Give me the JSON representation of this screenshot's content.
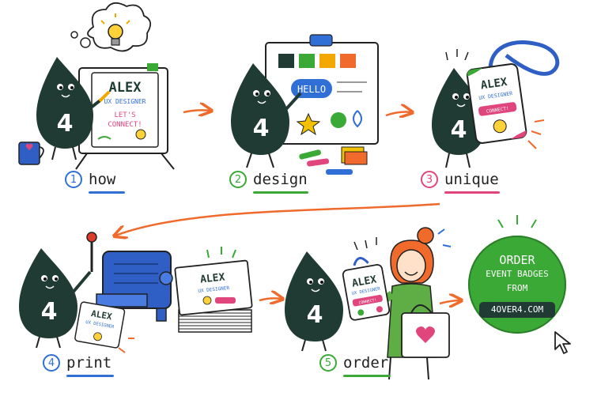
{
  "steps": [
    {
      "number": "1",
      "word": "how",
      "color": "#2f6fd6"
    },
    {
      "number": "2",
      "word": "design",
      "color": "#3aa935"
    },
    {
      "number": "3",
      "word": "unique",
      "color": "#e0457b"
    },
    {
      "number": "4",
      "word": "print",
      "color": "#2f6fd6"
    },
    {
      "number": "5",
      "word": "order",
      "color": "#3aa935"
    }
  ],
  "mascot_number": "4",
  "badge": {
    "name": "ALEX",
    "role": "UX DESIGNER",
    "line1": "LET'S",
    "line2": "CONNECT!"
  },
  "hello_sticker": "HELLO",
  "cta": {
    "line1": "ORDER",
    "line2": "EVENT BADGES",
    "line3": "FROM",
    "url": "4OVER4.COM",
    "color": "#3aa935"
  },
  "colors": {
    "mascot": "#1f3b33",
    "arrow": "#ef6a2b",
    "printer": "#2f5fc4"
  }
}
